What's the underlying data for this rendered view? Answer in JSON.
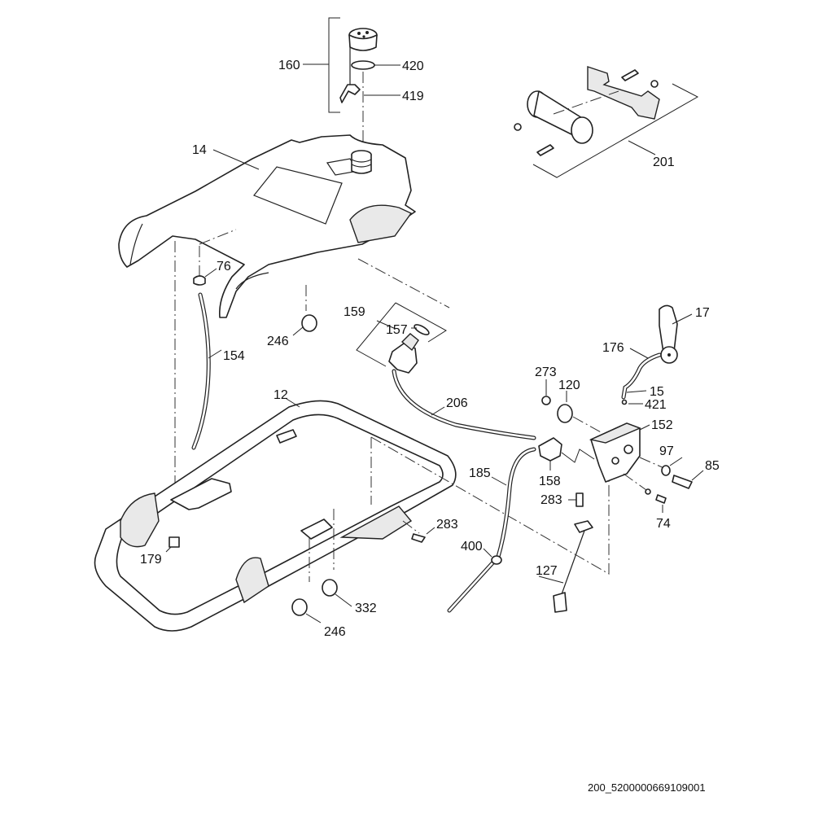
{
  "diagram": {
    "type": "exploded parts diagram",
    "drawing_code": "200_5200000669109001",
    "callouts": [
      {
        "id": "160",
        "part": "fuel cap assembly (group)"
      },
      {
        "id": "420",
        "part": "o-ring"
      },
      {
        "id": "419",
        "part": "cap retainer strap"
      },
      {
        "id": "201",
        "part": "handle mount clamp kit (group)"
      },
      {
        "id": "14",
        "part": "fuel tank / cover"
      },
      {
        "id": "76",
        "part": "grommet"
      },
      {
        "id": "154",
        "part": "fuel line"
      },
      {
        "id": "246",
        "part": "hose clamp"
      },
      {
        "id": "159",
        "part": "fuel filter assembly (group)"
      },
      {
        "id": "157",
        "part": "seal ring"
      },
      {
        "id": "206",
        "part": "fuel hose"
      },
      {
        "id": "17",
        "part": "throttle lever"
      },
      {
        "id": "176",
        "part": "throttle cable"
      },
      {
        "id": "15",
        "part": "cable end"
      },
      {
        "id": "421",
        "part": "nipple"
      },
      {
        "id": "273",
        "part": "nut"
      },
      {
        "id": "120",
        "part": "washer / disc"
      },
      {
        "id": "152",
        "part": "control bracket"
      },
      {
        "id": "97",
        "part": "washer"
      },
      {
        "id": "85",
        "part": "bolt"
      },
      {
        "id": "74",
        "part": "screw"
      },
      {
        "id": "158",
        "part": "fuel valve"
      },
      {
        "id": "12",
        "part": "frame"
      },
      {
        "id": "185",
        "part": "hose"
      },
      {
        "id": "283",
        "part": "bolt"
      },
      {
        "id": "400",
        "part": "sleeve"
      },
      {
        "id": "127",
        "part": "support rod"
      },
      {
        "id": "179",
        "part": "flange bolt"
      },
      {
        "id": "332",
        "part": "hose clamp"
      }
    ]
  },
  "labels": {
    "l160": "160",
    "l420": "420",
    "l419": "419",
    "l201": "201",
    "l14": "14",
    "l76": "76",
    "l154": "154",
    "l246a": "246",
    "l159": "159",
    "l157": "157",
    "l206": "206",
    "l17": "17",
    "l176": "176",
    "l15": "15",
    "l421": "421",
    "l273": "273",
    "l120": "120",
    "l152": "152",
    "l97": "97",
    "l85": "85",
    "l74": "74",
    "l158": "158",
    "l12": "12",
    "l185": "185",
    "l283a": "283",
    "l283b": "283",
    "l400": "400",
    "l127": "127",
    "l179": "179",
    "l332": "332",
    "l246b": "246"
  }
}
